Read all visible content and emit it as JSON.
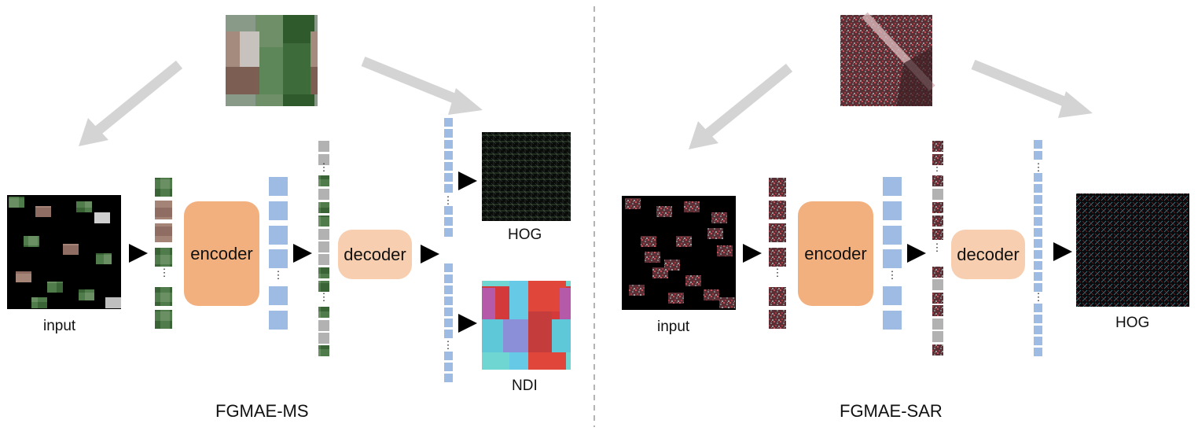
{
  "left": {
    "title": "FGMAE-MS",
    "input_label": "input",
    "encoder_label": "encoder",
    "decoder_label": "decoder",
    "targets": [
      "HOG",
      "NDI"
    ]
  },
  "right": {
    "title": "FGMAE-SAR",
    "input_label": "input",
    "encoder_label": "encoder",
    "decoder_label": "decoder",
    "targets": [
      "HOG"
    ]
  },
  "colors": {
    "encoder": "#f3b07f",
    "decoder": "#f7cfb0",
    "token_blue": "#9dbbe3",
    "mask_gray": "#b2b2b2",
    "arrow_gray": "#d4d4d4",
    "divider": "#9a9a9a"
  }
}
